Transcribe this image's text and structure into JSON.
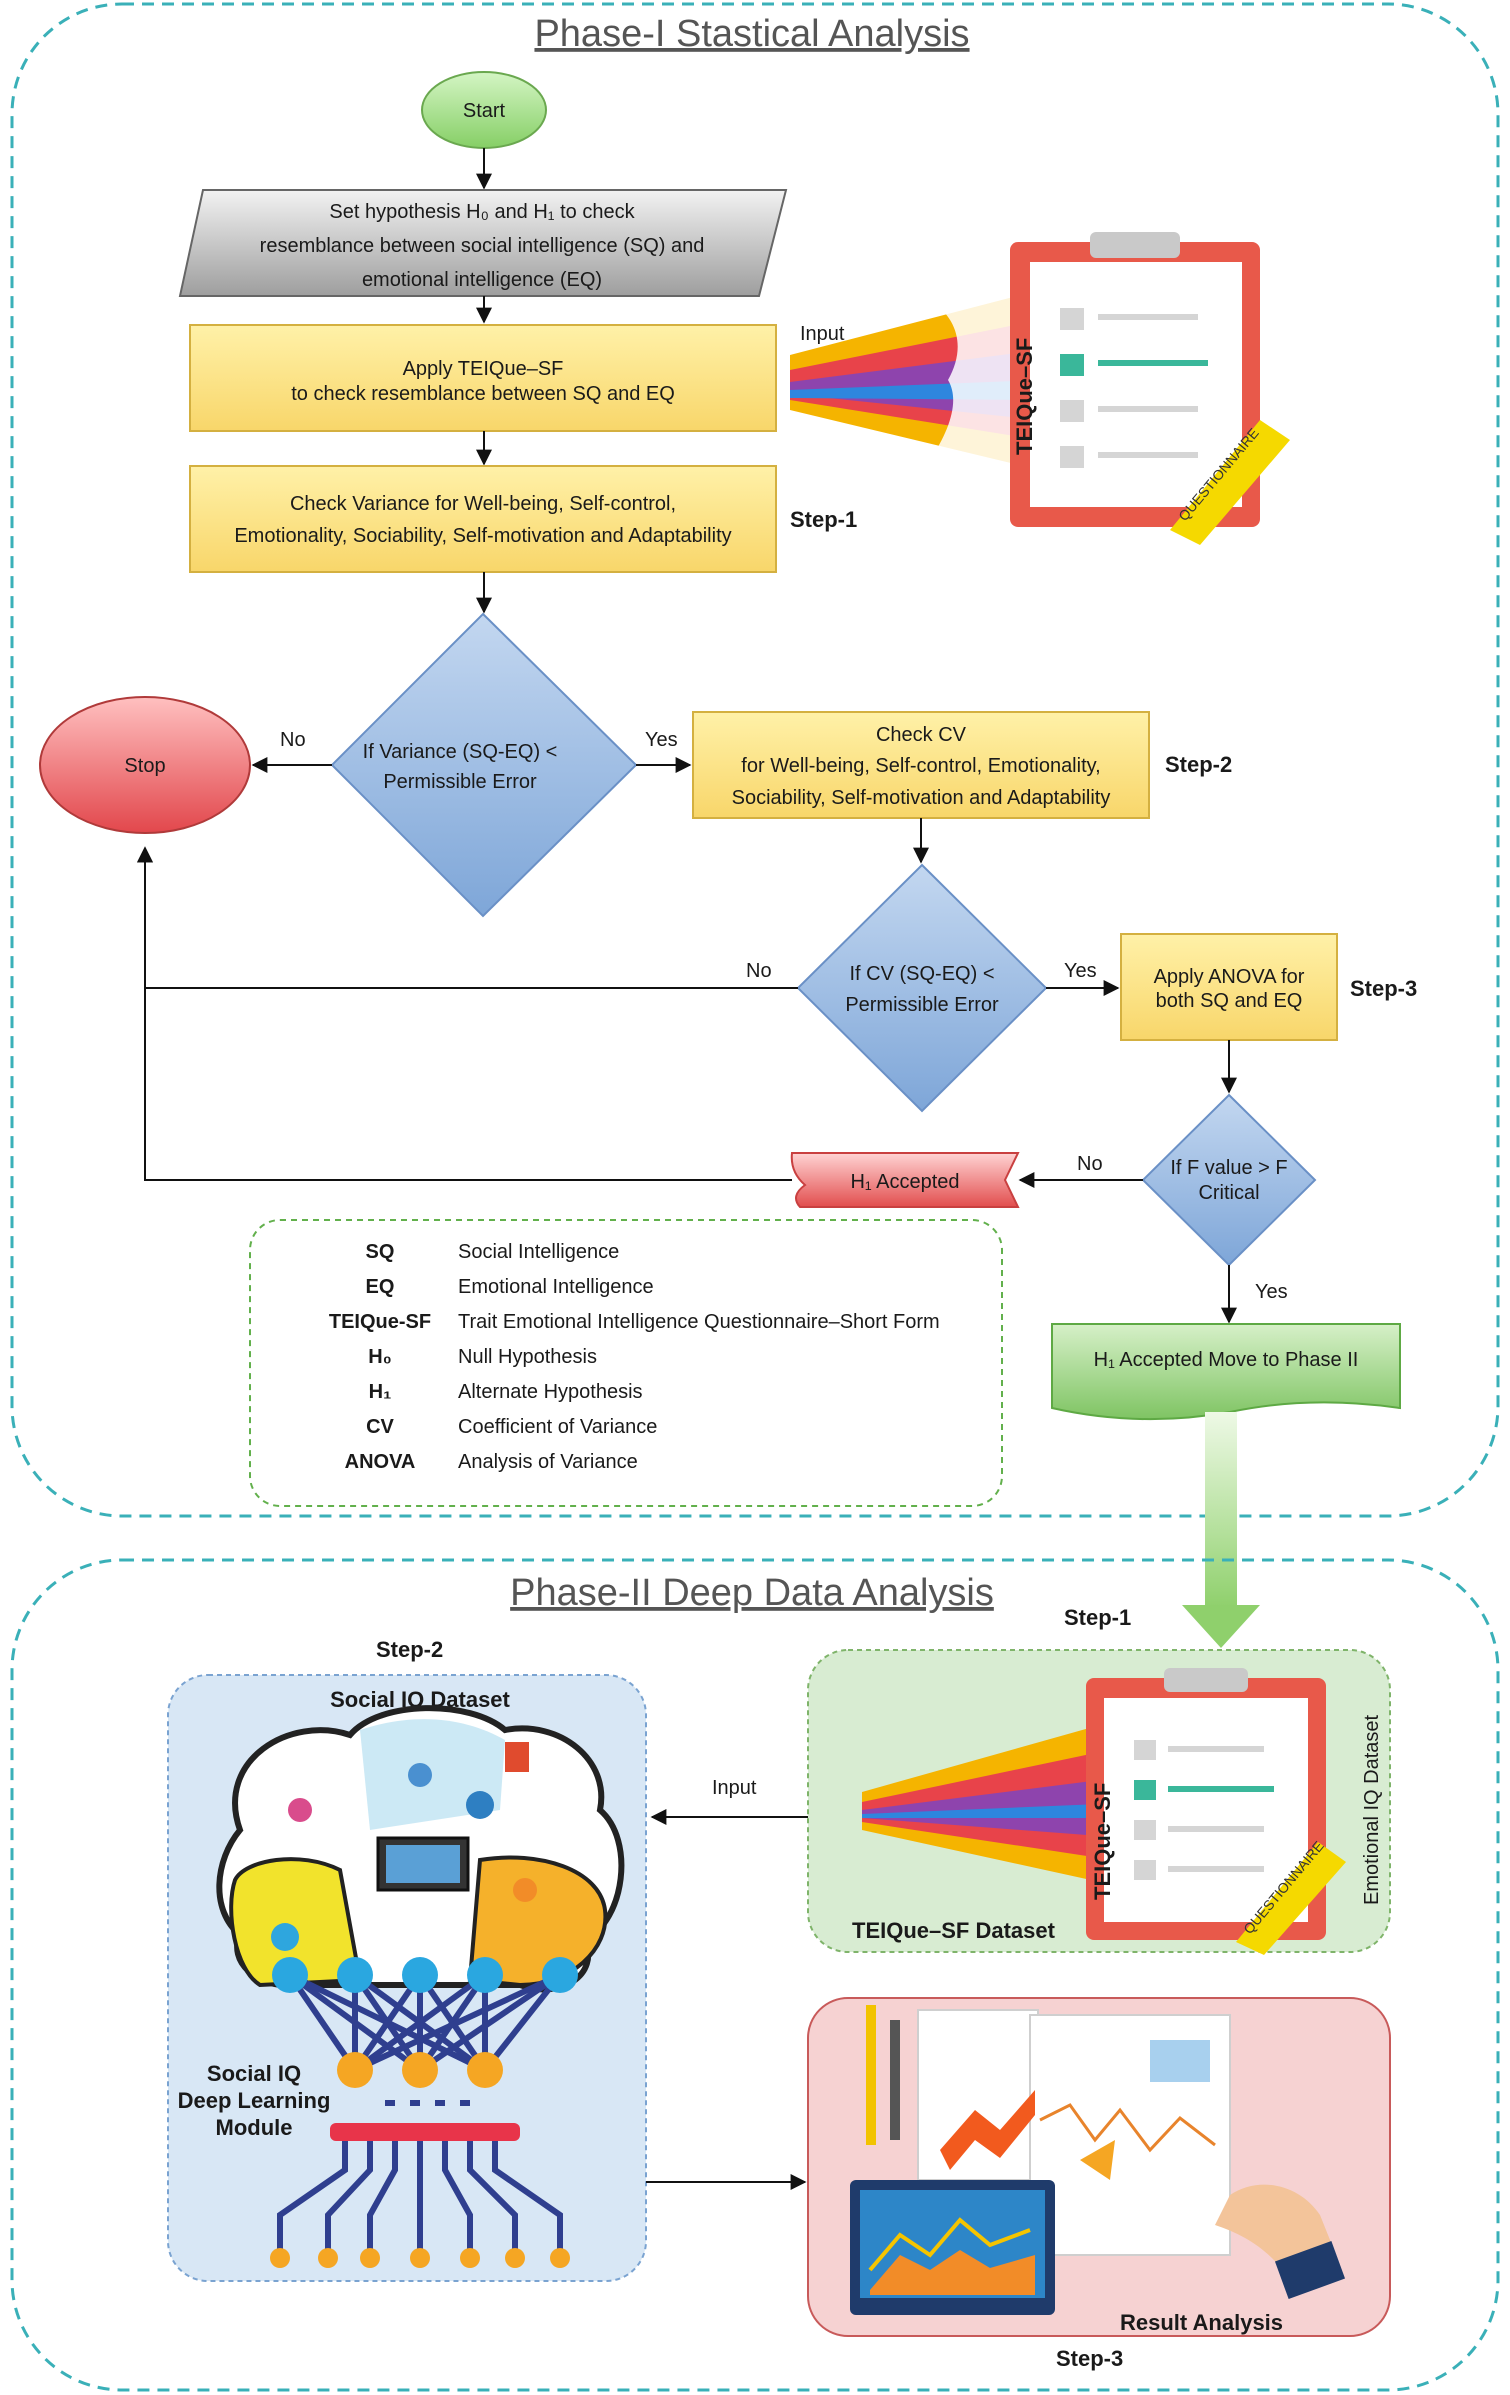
{
  "phase1": {
    "title": "Phase-I Stastical Analysis",
    "start": "Start",
    "hypothesis_lines": [
      "Set hypothesis H₀ and H₁ to check",
      "resemblance between social intelligence (SQ) and",
      "emotional intelligence (EQ)"
    ],
    "apply_lines": [
      "Apply TEIQue–SF",
      "to check resemblance between SQ and EQ"
    ],
    "input_label": "Input",
    "questionnaire_title": "TEIQue–SF",
    "questionnaire_ribbon": "QUESTIONNAIRE",
    "variance_lines": [
      "Check Variance for Well-being, Self-control,",
      "Emotionality, Sociability, Self-motivation and Adaptability"
    ],
    "step1": "Step-1",
    "decision1_lines": [
      "If Variance (SQ-EQ) <",
      "Permissible Error"
    ],
    "no1": "No",
    "yes1": "Yes",
    "stop": "Stop",
    "cv_lines": [
      "Check CV",
      "for Well-being, Self-control, Emotionality,",
      "Sociability, Self-motivation and Adaptability"
    ],
    "step2": "Step-2",
    "decision2_lines": [
      "If CV (SQ-EQ) <",
      "Permissible Error"
    ],
    "no2": "No",
    "yes2": "Yes",
    "anova_lines": [
      "Apply ANOVA for",
      "both SQ and EQ"
    ],
    "step3": "Step-3",
    "decision3_lines": [
      "If F value > F",
      "Critical"
    ],
    "no3": "No",
    "yes3": "Yes",
    "h1_accepted": "H₁ Accepted",
    "h1_move": "H₁ Accepted Move to Phase II"
  },
  "legend": [
    {
      "abbr": "SQ",
      "desc": "Social Intelligence"
    },
    {
      "abbr": "EQ",
      "desc": "Emotional Intelligence"
    },
    {
      "abbr": "TEIQue-SF",
      "desc": "Trait Emotional Intelligence Questionnaire–Short Form"
    },
    {
      "abbr": "H₀",
      "desc": "Null Hypothesis"
    },
    {
      "abbr": "H₁",
      "desc": "Alternate Hypothesis"
    },
    {
      "abbr": "CV",
      "desc": "Coefficient of Variance"
    },
    {
      "abbr": "ANOVA",
      "desc": "Analysis of Variance"
    }
  ],
  "phase2": {
    "title": "Phase-II Deep Data Analysis",
    "step1": "Step-1",
    "step2": "Step-2",
    "step3": "Step-3",
    "social_dataset": "Social IQ Dataset",
    "module_lines": [
      "Social IQ",
      "Deep Learning",
      "Module"
    ],
    "input_label": "Input",
    "teique_dataset": "TEIQue–SF Dataset",
    "emotional_dataset": "Emotional IQ Dataset",
    "questionnaire_title": "TEIQue–SF",
    "questionnaire_ribbon": "QUESTIONNAIRE",
    "result": "Result Analysis"
  },
  "colors": {
    "dashed_border": "#3ab0b8",
    "yellow_box": "#fbe38a",
    "diamond": "#9fbfe3",
    "stop": "#e8676a",
    "start": "#9fd98a",
    "green_box": "#8fce76",
    "red_banner": "#e65a5a"
  }
}
